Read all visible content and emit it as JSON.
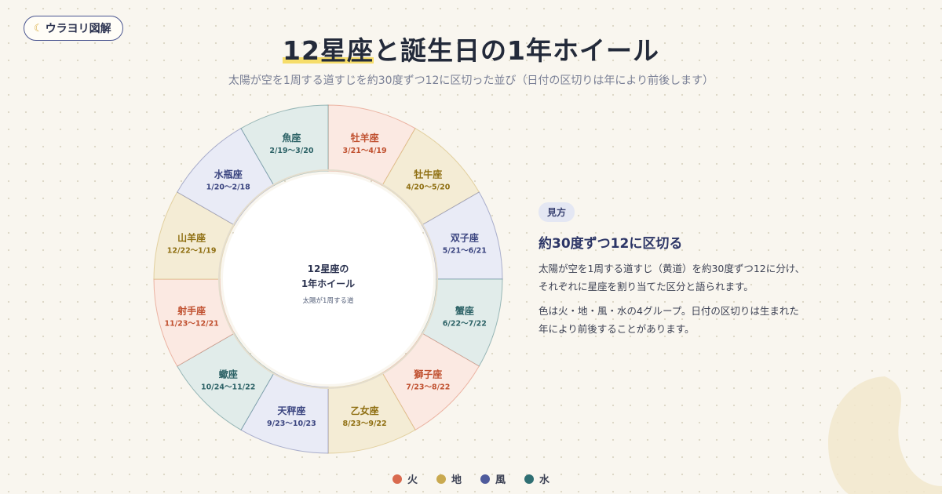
{
  "badge": {
    "label": "ウラヨリ図解",
    "icon": "moon-icon"
  },
  "header": {
    "title_highlight": "12星座",
    "title_rest": "と誕生日の1年ホイール",
    "subtitle": "太陽が空を1周する道すじを約30度ずつ12に区切った並び（日付の区切りは年により前後します）"
  },
  "wheel": {
    "center_title_line1": "12星座の",
    "center_title_line2": "1年ホイール",
    "center_sub": "太陽が1周する道",
    "signs": [
      {
        "name": "牡羊座",
        "dates": "3/21〜4/19",
        "element": "fire"
      },
      {
        "name": "牡牛座",
        "dates": "4/20〜5/20",
        "element": "earth"
      },
      {
        "name": "双子座",
        "dates": "5/21〜6/21",
        "element": "air"
      },
      {
        "name": "蟹座",
        "dates": "6/22〜7/22",
        "element": "water"
      },
      {
        "name": "獅子座",
        "dates": "7/23〜8/22",
        "element": "fire"
      },
      {
        "name": "乙女座",
        "dates": "8/23〜9/22",
        "element": "earth"
      },
      {
        "name": "天秤座",
        "dates": "9/23〜10/23",
        "element": "air"
      },
      {
        "name": "蠍座",
        "dates": "10/24〜11/22",
        "element": "water"
      },
      {
        "name": "射手座",
        "dates": "11/23〜12/21",
        "element": "fire"
      },
      {
        "name": "山羊座",
        "dates": "12/22〜1/19",
        "element": "earth"
      },
      {
        "name": "水瓶座",
        "dates": "1/20〜2/18",
        "element": "air"
      },
      {
        "name": "魚座",
        "dates": "2/19〜3/20",
        "element": "water"
      }
    ]
  },
  "elements": {
    "fire": {
      "label": "火",
      "color": "#d96a4e",
      "fill": "#fbe9e2",
      "text": "#c0502f"
    },
    "earth": {
      "label": "地",
      "color": "#c9a94f",
      "fill": "#f4ecd5",
      "text": "#8f6f12"
    },
    "air": {
      "label": "風",
      "color": "#4f5b9c",
      "fill": "#e9ebf6",
      "text": "#3b4580"
    },
    "water": {
      "label": "水",
      "color": "#2f6f73",
      "fill": "#e1ecea",
      "text": "#2c6266"
    }
  },
  "panel": {
    "pill": "見方",
    "heading": "約30度ずつ12に区切る",
    "p1": "太陽が空を1周する道すじ（黄道）を約30度ずつ12に分け、それぞれに星座を割り当てた区分と語られます。",
    "p2": "色は火・地・風・水の4グループ。日付の区切りは生まれた年により前後することがあります。"
  },
  "legend": [
    {
      "key": "fire"
    },
    {
      "key": "earth"
    },
    {
      "key": "air"
    },
    {
      "key": "water"
    }
  ]
}
